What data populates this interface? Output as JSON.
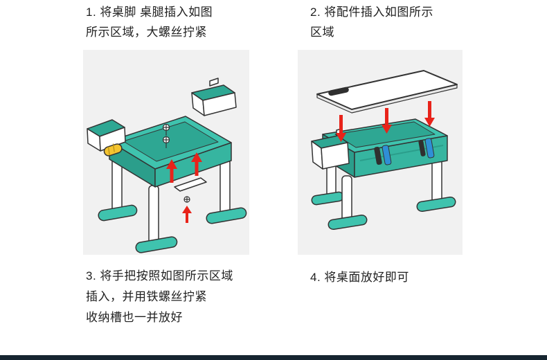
{
  "page": {
    "background_color": "#ffffff",
    "panel_color": "#f1f1f1",
    "footer_color": "#162530",
    "text_color": "#1f1f1f"
  },
  "steps": {
    "step1": {
      "lines": [
        "1. 将桌脚 桌腿插入如图",
        "所示区域，大螺丝拧紧"
      ]
    },
    "step2": {
      "lines": [
        "2. 将配件插入如图所示",
        "区域"
      ]
    },
    "step3": {
      "lines": [
        "3. 将手把按照如图所示区域",
        "插入，并用铁螺丝拧紧",
        "收纳槽也一并放好"
      ]
    },
    "step4": {
      "lines": [
        "4. 将桌面放好即可"
      ]
    }
  },
  "illustration_colors": {
    "table_teal": "#3fc3ae",
    "table_teal_dark": "#2ea793",
    "table_teal_shadow": "#2b9e8b",
    "outline": "#333333",
    "arrow_red": "#e8231a",
    "screw_yellow": "#f4c430",
    "clip_blue": "#2f8fd6",
    "part_white": "#ffffff"
  }
}
